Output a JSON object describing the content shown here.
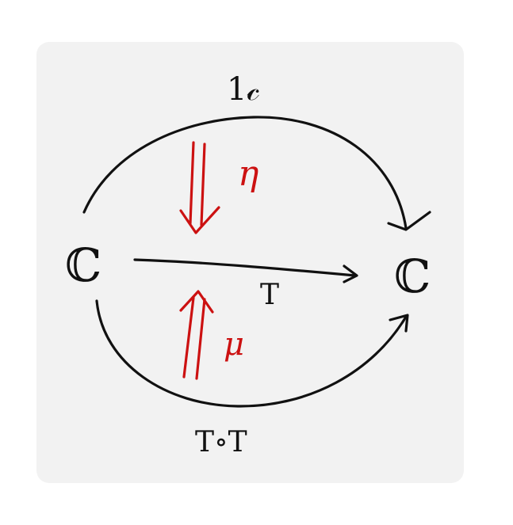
{
  "diagram": {
    "source_object": "ℂ",
    "target_object": "ℂ",
    "top_arrow_label": "1𝒸",
    "middle_arrow_label": "T",
    "bottom_arrow_label": "T∘T",
    "upper_2cell_label": "η",
    "lower_2cell_label": "μ"
  },
  "colors": {
    "ink": "#111111",
    "accent": "#cc1111",
    "card": "#f2f2f2"
  }
}
